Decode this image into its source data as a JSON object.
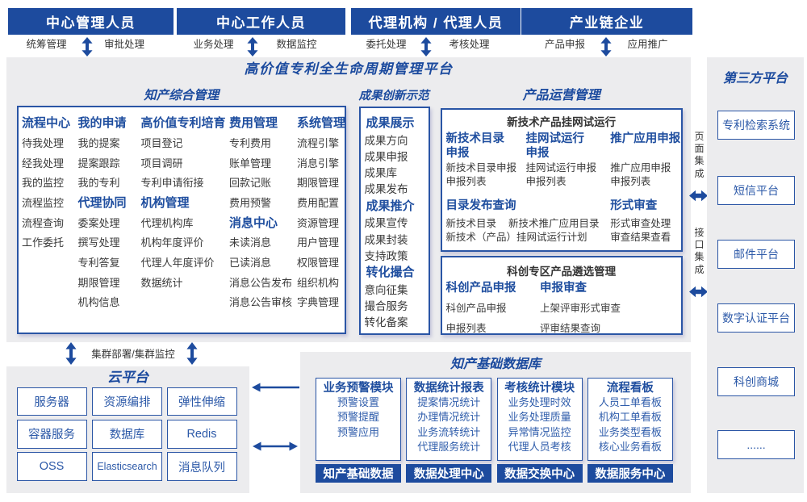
{
  "colors": {
    "primary_blue": "#1d4b9e",
    "border_blue": "#2a55a5",
    "header_text_blue": "#1f4e9f",
    "item_text_gray": "#3a3a3a",
    "item_text_blue": "#2f5dab",
    "panel_gray": "#ececee",
    "white": "#ffffff"
  },
  "user_groups": [
    {
      "title": "中心管理人员",
      "labels": [
        "统筹管理",
        "审批处理"
      ]
    },
    {
      "title": "中心工作人员",
      "labels": [
        "业务处理",
        "数据监控"
      ]
    },
    {
      "title": "代理机构 / 代理人员",
      "labels": [
        "委托处理",
        "考核处理"
      ]
    },
    {
      "title": "产业链企业",
      "labels": [
        "产品申报",
        "应用推广"
      ]
    }
  ],
  "platform_banner": "高价值专利全生命周期管理平台",
  "cluster_label": "集群部署/集群监控",
  "integration": {
    "page": "页面集成",
    "interface": "接口集成"
  },
  "ip_management": {
    "title": "知产综合管理",
    "columns": [
      {
        "blocks": [
          {
            "header": "流程中心",
            "items": [
              "待我处理",
              "经我处理",
              "我的监控",
              "流程监控",
              "流程查询",
              "工作委托"
            ]
          }
        ]
      },
      {
        "blocks": [
          {
            "header": "我的申请",
            "items": [
              "我的提案",
              "提案跟踪",
              "我的专利"
            ]
          },
          {
            "header": "代理协同",
            "items": [
              "委案处理",
              "撰写处理",
              "专利答复",
              "期限管理",
              "机构信息"
            ]
          }
        ]
      },
      {
        "blocks": [
          {
            "header": "高价值专利培育",
            "items": [
              "项目登记",
              "项目调研",
              "专利申请衔接"
            ]
          },
          {
            "header": "机构管理",
            "items": [
              "代理机构库",
              "机构年度评价",
              "代理人年度评价",
              "数据统计"
            ]
          }
        ]
      },
      {
        "blocks": [
          {
            "header": "费用管理",
            "items": [
              "专利费用",
              "账单管理",
              "回款记账",
              "费用预警"
            ]
          },
          {
            "header": "消息中心",
            "items": [
              "未读消息",
              "已读消息",
              "消息公告发布",
              "消息公告审核"
            ]
          }
        ]
      },
      {
        "blocks": [
          {
            "header": "系统管理",
            "items": [
              "流程引擎",
              "消息引擎",
              "期限管理",
              "费用配置",
              "资源管理",
              "用户管理",
              "权限管理",
              "组织机构",
              "字典管理"
            ]
          }
        ]
      }
    ]
  },
  "achievement": {
    "title": "成果创新示范",
    "blocks": [
      {
        "header": "成果展示",
        "items": [
          "成果方向",
          "成果申报",
          "成果库",
          "成果发布"
        ]
      },
      {
        "header": "成果推介",
        "items": [
          "成果宣传",
          "成果封装",
          "支持政策"
        ]
      },
      {
        "header": "转化撮合",
        "items": [
          "意向征集",
          "撮合服务",
          "转化备案"
        ]
      }
    ]
  },
  "product_ops": {
    "title": "产品运营管理",
    "trial": {
      "title": "新技术产品挂网试运行",
      "columns": [
        {
          "header_lines": [
            "新技术目录",
            "申报"
          ],
          "items": [
            "新技术目录申报",
            "申报列表"
          ]
        },
        {
          "header_lines": [
            "挂网试运行",
            "申报"
          ],
          "items": [
            "挂网试运行申报",
            "申报列表"
          ]
        },
        {
          "header_lines": [
            "推广应用申报"
          ],
          "items": [
            "推广应用申报",
            "申报列表"
          ]
        }
      ],
      "catalog": {
        "header": "目录发布查询",
        "row1": [
          "新技术目录",
          "新技术推广应用目录"
        ],
        "row2": "新技术（产品）挂网试运行计划"
      },
      "review": {
        "header": "形式审查",
        "items": [
          "形式审查处理",
          "审查结果查看"
        ]
      }
    },
    "selection": {
      "title": "科创专区产品遴选管理",
      "columns": [
        {
          "header": "科创产品申报",
          "items": [
            "科创产品申报",
            "申报列表"
          ]
        },
        {
          "header": "申报审查",
          "items": [
            "上架评审形式审查",
            "评审结果查询"
          ]
        }
      ]
    }
  },
  "cloud": {
    "title": "云平台",
    "cells": [
      "服务器",
      "资源编排",
      "弹性伸缩",
      "容器服务",
      "数据库",
      "Redis",
      "OSS",
      "Elasticsearch",
      "消息队列"
    ]
  },
  "database": {
    "title": "知产基础数据库",
    "modules": [
      {
        "header": "业务预警模块",
        "items": [
          "预警设置",
          "预警提醒",
          "预警应用"
        ]
      },
      {
        "header": "数据统计报表",
        "items": [
          "提案情况统计",
          "办理情况统计",
          "业务流转统计",
          "代理服务统计"
        ]
      },
      {
        "header": "考核统计模块",
        "items": [
          "业务处理时效",
          "业务处理质量",
          "异常情况监控",
          "代理人员考核"
        ]
      },
      {
        "header": "流程看板",
        "items": [
          "人员工单看板",
          "机构工单看板",
          "业务类型看板",
          "核心业务看板"
        ]
      }
    ],
    "centers": [
      "知产基础数据",
      "数据处理中心",
      "数据交换中心",
      "数据服务中心"
    ]
  },
  "third_party": {
    "title": "第三方平台",
    "boxes": [
      "专利检索系统",
      "短信平台",
      "邮件平台",
      "数字认证平台",
      "科创商城",
      "......"
    ]
  }
}
